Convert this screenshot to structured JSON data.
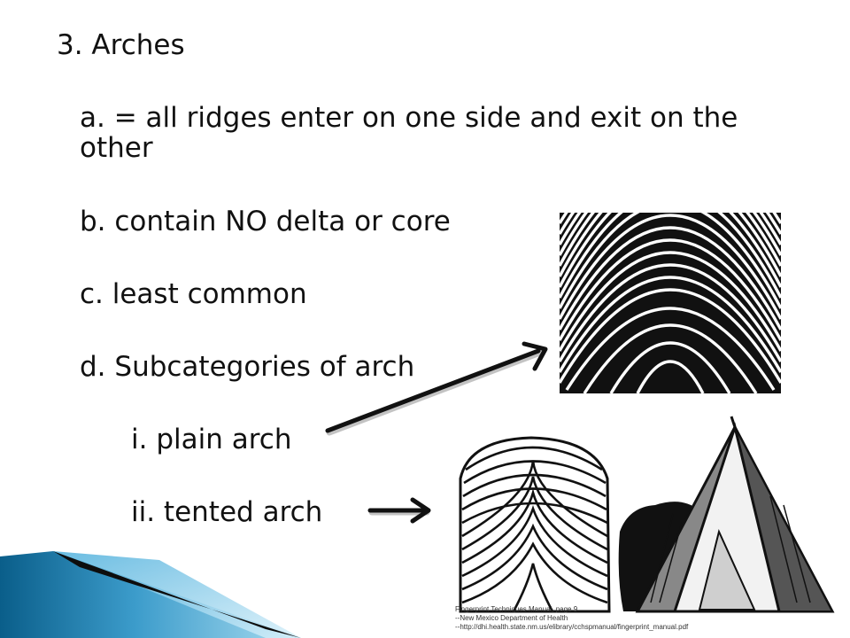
{
  "slide": {
    "title": "3. Arches",
    "items": {
      "a": "a. = all ridges enter on one side and exit on the other",
      "b": "b. contain NO delta or core",
      "c": "c. least common",
      "d": "d. Subcategories of arch",
      "i": "i. plain arch",
      "ii": "ii. tented arch"
    },
    "credit": {
      "line1": "Fingerprint Techniques  Manual, page 9",
      "line2": "--New Mexico Department of Health",
      "line3": "--http://dhi.health.state.nm.us/elibrary/cchspmanual/fingerprint_manual.pdf"
    }
  },
  "colors": {
    "ribbon_light": "#7fc6e6",
    "ribbon_dark": "#0a5e8a",
    "ink": "#111111"
  }
}
